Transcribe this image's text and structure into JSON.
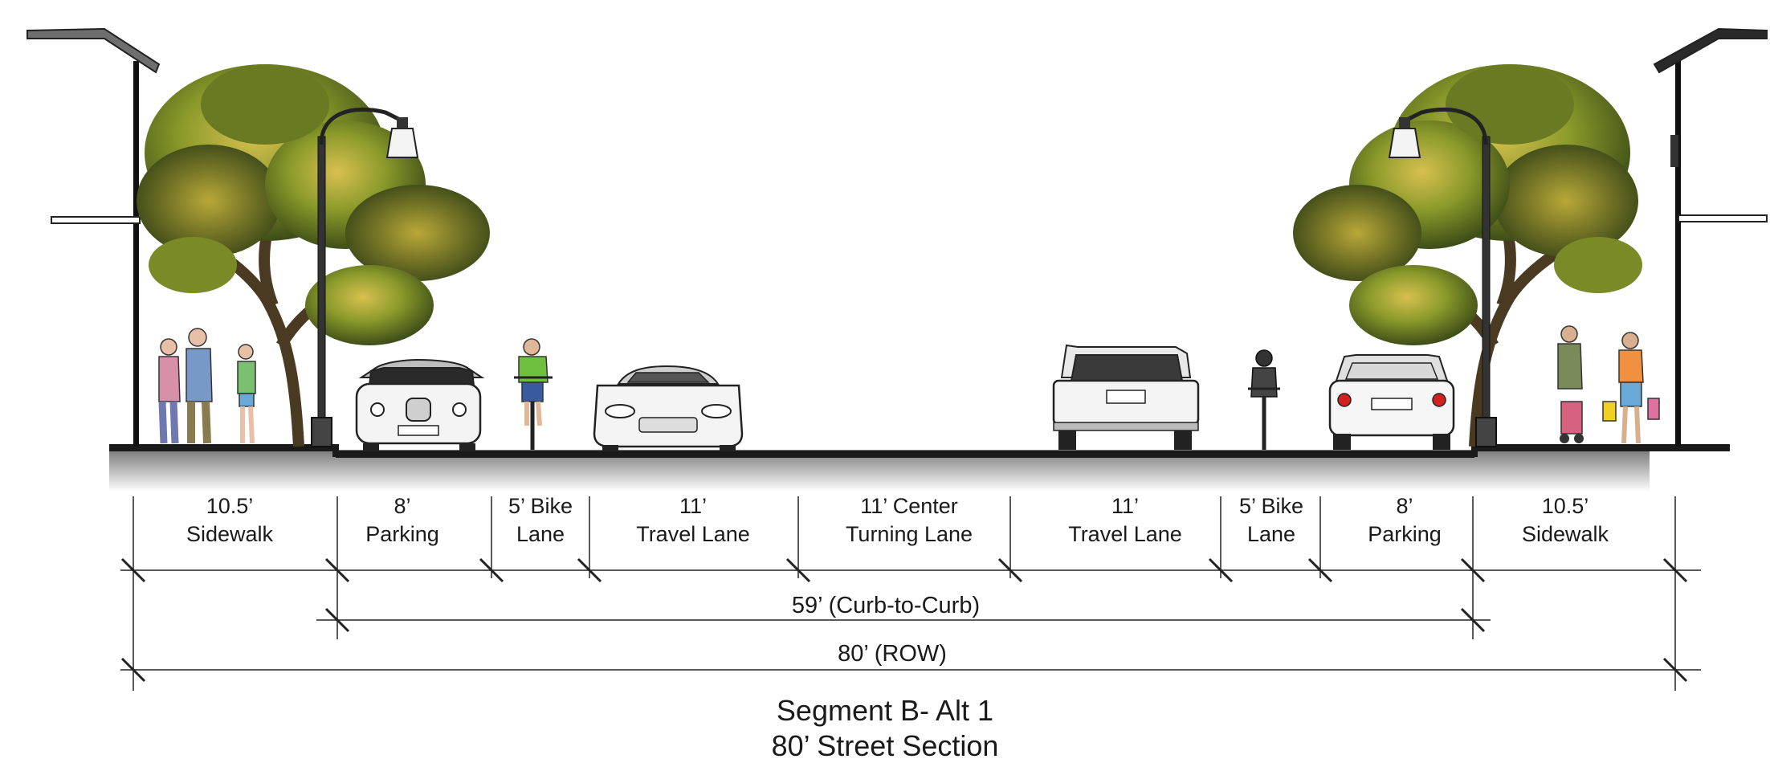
{
  "segments": [
    {
      "width": "10.5’",
      "name": "Sidewalk"
    },
    {
      "width": "8’",
      "name": "Parking"
    },
    {
      "width": "5’ Bike",
      "name": "Lane"
    },
    {
      "width": "11’",
      "name": "Travel Lane"
    },
    {
      "width": "11’ Center",
      "name": "Turning Lane"
    },
    {
      "width": "11’",
      "name": "Travel Lane"
    },
    {
      "width": "5’ Bike",
      "name": "Lane"
    },
    {
      "width": "8’",
      "name": "Parking"
    },
    {
      "width": "10.5’",
      "name": "Sidewalk"
    }
  ],
  "dimensions": {
    "curb_to_curb": "59’ (Curb-to-Curb)",
    "row": "80’ (ROW)"
  },
  "title": {
    "line1": "Segment B- Alt 1",
    "line2": "80’  Street Section"
  },
  "colors": {
    "road": "#1a1a1a",
    "foliage_dark": "#4a5a1c",
    "foliage_mid": "#8a9a2a",
    "foliage_light": "#c8b040",
    "trunk": "#4a3a22",
    "pole": "#111111"
  }
}
